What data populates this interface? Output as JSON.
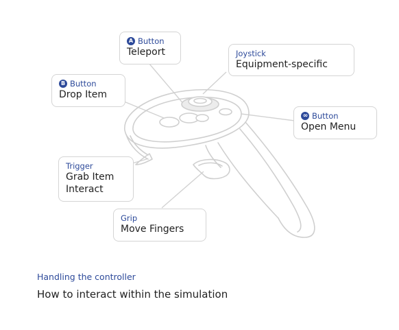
{
  "callouts": {
    "a_button": {
      "badge": "A",
      "tag": "Button",
      "label": "Teleport"
    },
    "joystick": {
      "tag": "Joystick",
      "label": "Equipment-specific"
    },
    "b_button": {
      "badge": "B",
      "tag": "Button",
      "label": "Drop Item"
    },
    "meta_button": {
      "badge": "∞",
      "tag": "Button",
      "label": "Open Menu"
    },
    "trigger": {
      "tag": "Trigger",
      "line1": "Grab Item",
      "line2": "Interact"
    },
    "grip": {
      "tag": "Grip",
      "label": "Move Fingers"
    }
  },
  "caption": {
    "subtitle": "Handling the controller",
    "title": "How to interact within the simulation"
  },
  "colors": {
    "accent": "#2d4a9a",
    "outline": "#d4d4d4",
    "text": "#1f1f1f"
  }
}
